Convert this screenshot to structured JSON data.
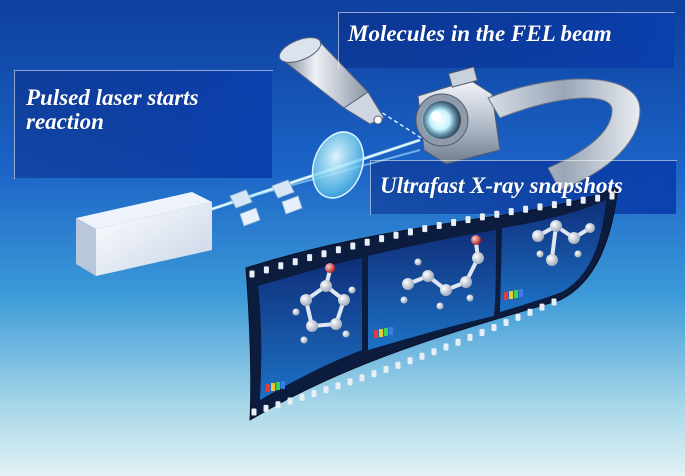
{
  "labels": {
    "molecules": "Molecules in the FEL beam",
    "laser_line1": "Pulsed laser starts",
    "laser_line2": "reaction",
    "xray": "Ultrafast X-ray snapshots"
  },
  "colors": {
    "background_top": "#0d3f9e",
    "background_mid": "#1f7ed2",
    "background_bottom": "#dff0f5",
    "label_box": "#0a39a0",
    "text": "#ffffff"
  }
}
